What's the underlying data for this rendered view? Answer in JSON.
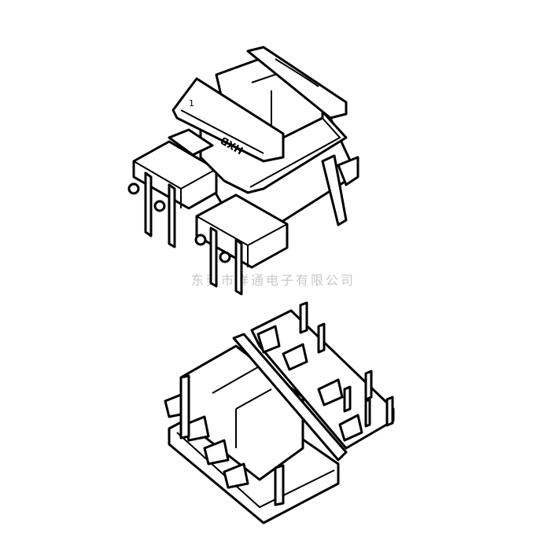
{
  "watermark": "东莞市祥通电子有限公司",
  "top_bobbin": {
    "marking": "HXB",
    "pin_mark": "1"
  },
  "colors": {
    "line": "#000000",
    "watermark": "#c8c8c8",
    "background": "#ffffff"
  }
}
